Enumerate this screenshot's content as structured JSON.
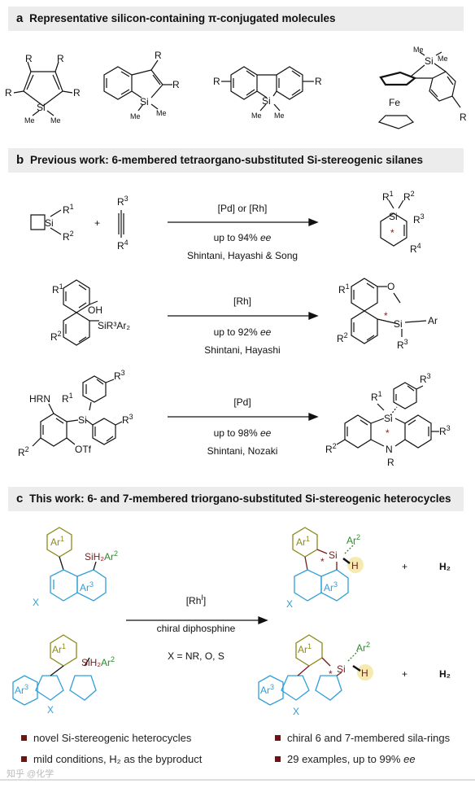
{
  "panel_a": {
    "letter": "a",
    "title": "Representative silicon-containing π-conjugated molecules",
    "labels": {
      "R": "R",
      "Si": "Si",
      "Me": "Me",
      "Fe": "Fe"
    }
  },
  "panel_b": {
    "letter": "b",
    "title": "Previous work: 6-membered tetraorgano-substituted Si-stereogenic silanes",
    "reactions": [
      {
        "catalyst": "[Pd] or [Rh]",
        "yield": "up to 94% ",
        "ee": "ee",
        "authors": "Shintani, Hayashi & Song"
      },
      {
        "catalyst": "[Rh]",
        "yield": "up to 92% ",
        "ee": "ee",
        "authors": "Shintani, Hayashi"
      },
      {
        "catalyst": "[Pd]",
        "yield": "up to 98% ",
        "ee": "ee",
        "authors": "Shintani, Nozaki"
      }
    ],
    "labels": {
      "plus": "+",
      "r1": "R",
      "r2": "R",
      "r3": "R",
      "r4": "R",
      "sup1": "1",
      "sup2": "2",
      "sup3": "3",
      "sup4": "4",
      "oh": "OH",
      "o": "O",
      "ar": "Ar",
      "ar2": "SiR³Ar₂",
      "hrn": "HRN",
      "otf": "OTf",
      "n": "N",
      "nr": "R",
      "star": "*"
    }
  },
  "panel_c": {
    "letter": "c",
    "title": "This work: 6- and 7-membered triorgano-substituted Si-stereogenic heterocycles",
    "catalyst": "[Rh",
    "catalyst_sup": "I",
    "catalyst_close": "]",
    "ligand": "chiral diphosphine",
    "x_def": "X = NR, O, S",
    "plus": "+",
    "h2": "H₂",
    "labels": {
      "ar1": "Ar",
      "ar1sup": "1",
      "ar3": "Ar",
      "ar3sup": "3",
      "ar2": "Ar",
      "ar2sup": "2",
      "sih2": "SiH₂",
      "si": "Si",
      "h": "H",
      "x": "X",
      "star": "*"
    },
    "colors": {
      "olive": "#8c8a1a",
      "blue": "#2f9fd9",
      "green": "#2a8a2a",
      "darkred": "#7a1a1a",
      "highlight": "#f6eab0"
    },
    "bullets_left": [
      {
        "text": "novel Si-stereogenic heterocycles"
      },
      {
        "text": "mild conditions, H₂ as the byproduct"
      }
    ],
    "bullets_right": [
      {
        "text": "chiral 6 and 7-membered sila-rings"
      },
      {
        "pre": "29 examples, up to 99% ",
        "ee": "ee"
      }
    ]
  },
  "watermark": "知乎 @化学"
}
